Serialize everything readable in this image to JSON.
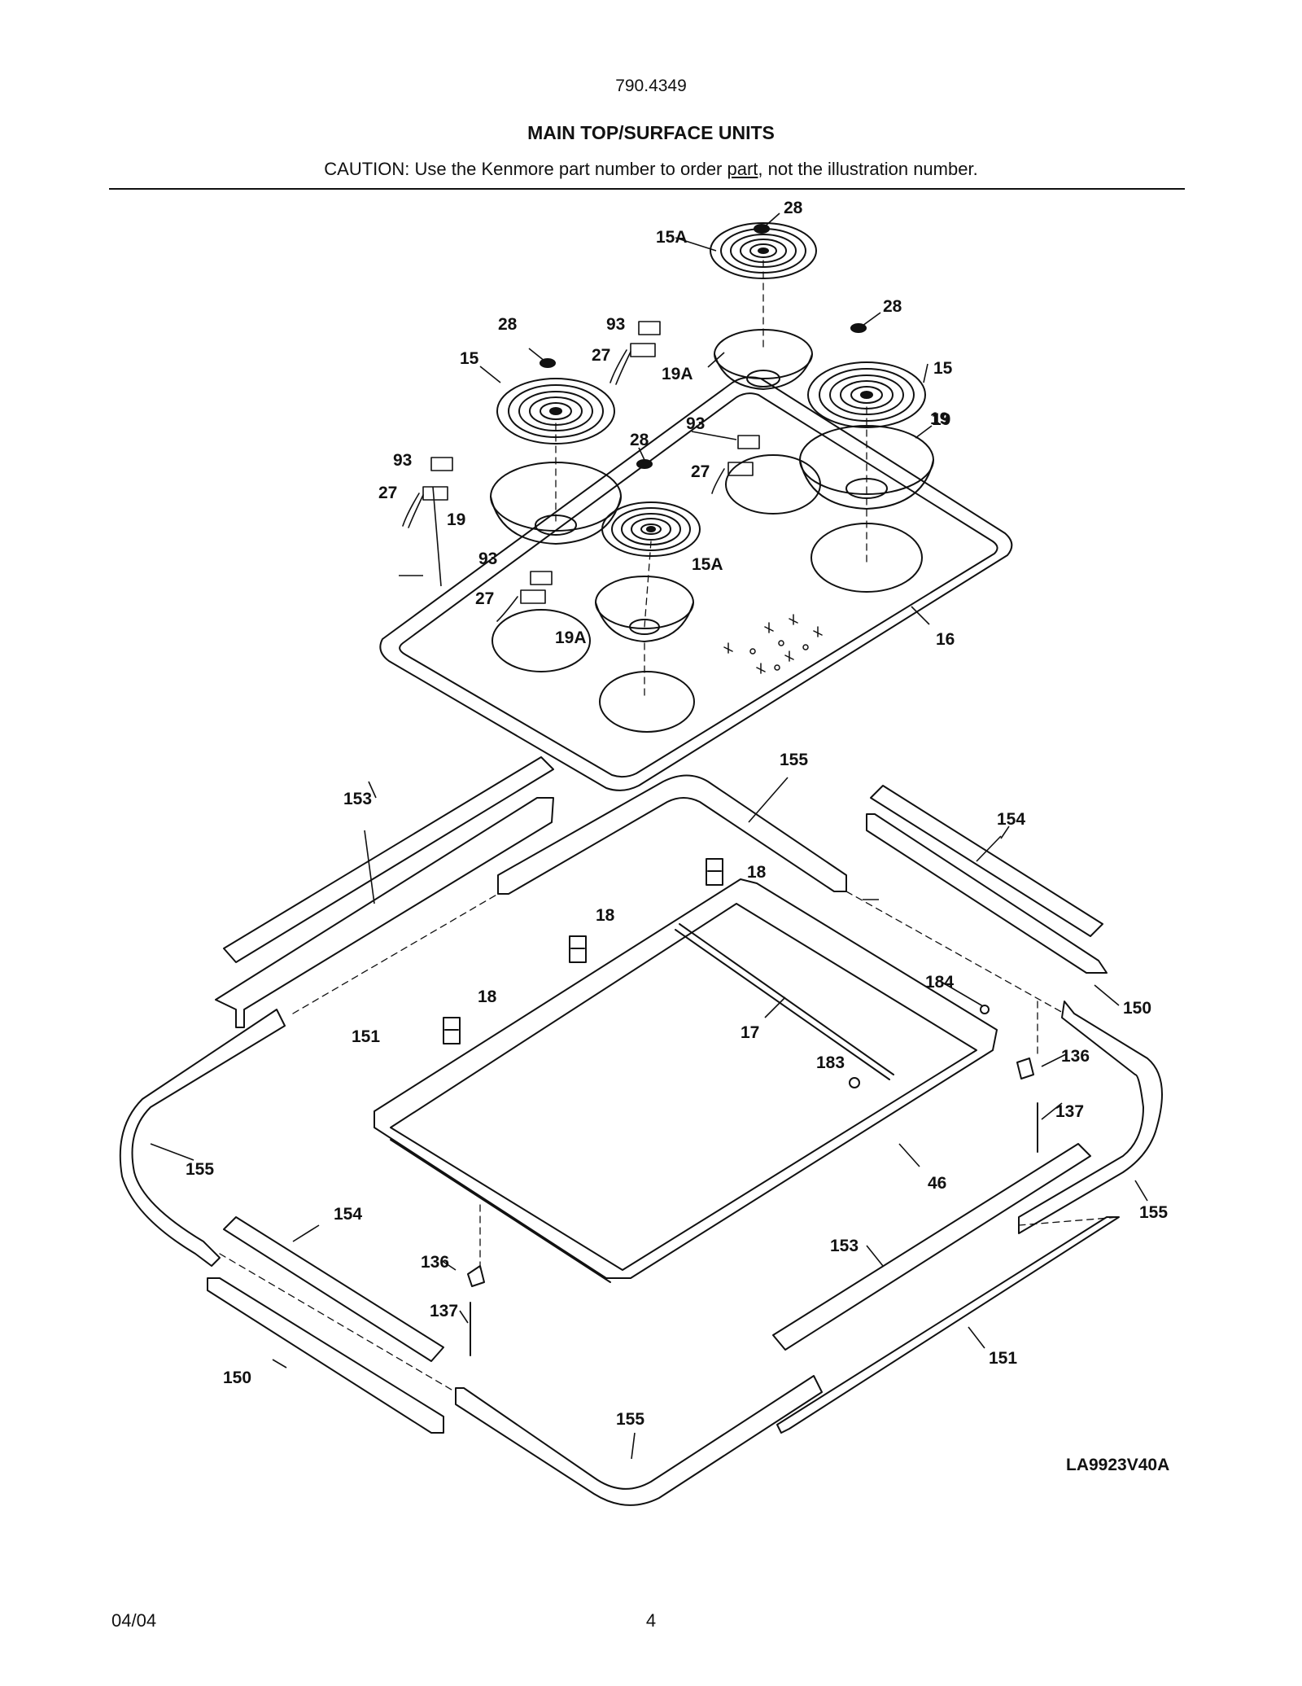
{
  "header": {
    "model_number": "790.4349",
    "title": "MAIN TOP/SURFACE UNITS",
    "caution_before": "CAUTION: Use the Kenmore part number to order ",
    "caution_underlined": "part",
    "caution_after": ", not the illustration number."
  },
  "diagram": {
    "code": "LA9923V40A",
    "callouts": [
      "28",
      "15A",
      "28",
      "93",
      "27",
      "19A",
      "15",
      "28",
      "15",
      "93",
      "19",
      "93",
      "27",
      "28",
      "19",
      "27",
      "19",
      "93",
      "15A",
      "27",
      "19A",
      "16",
      "153",
      "155",
      "154",
      "18",
      "18",
      "151",
      "18",
      "184",
      "150",
      "17",
      "183",
      "136",
      "137",
      "155",
      "46",
      "155",
      "154",
      "136",
      "153",
      "151",
      "137",
      "150",
      "155"
    ]
  },
  "footer": {
    "date": "04/04",
    "page": "4"
  }
}
